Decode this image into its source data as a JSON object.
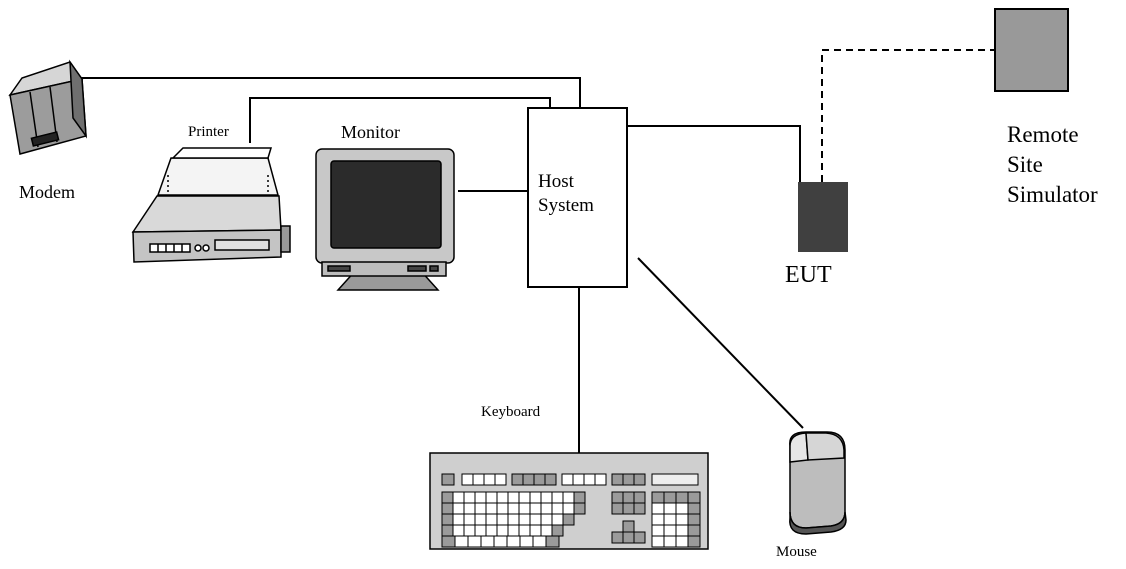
{
  "labels": {
    "printer": "Printer",
    "monitor": "Monitor",
    "modem": "Modem",
    "host_line1": "Host",
    "host_line2": "System",
    "eut": "EUT",
    "remote_line1": "Remote",
    "remote_line2": "Site",
    "remote_line3": "Simulator",
    "keyboard": "Keyboard",
    "mouse": "Mouse"
  },
  "colors": {
    "line": "#000000",
    "eut_fill": "#404040",
    "remote_fill": "#999999",
    "device_gray": "#bdbdbd",
    "screen": "#2b2b2b"
  },
  "connections": [
    {
      "from": "modem",
      "to": "host-system",
      "style": "solid"
    },
    {
      "from": "printer",
      "to": "host-system",
      "style": "solid"
    },
    {
      "from": "monitor",
      "to": "host-system",
      "style": "solid"
    },
    {
      "from": "host-system",
      "to": "eut",
      "style": "solid"
    },
    {
      "from": "eut",
      "to": "remote-site-simulator",
      "style": "dashed"
    },
    {
      "from": "host-system",
      "to": "keyboard",
      "style": "solid"
    },
    {
      "from": "host-system",
      "to": "mouse",
      "style": "solid"
    }
  ]
}
